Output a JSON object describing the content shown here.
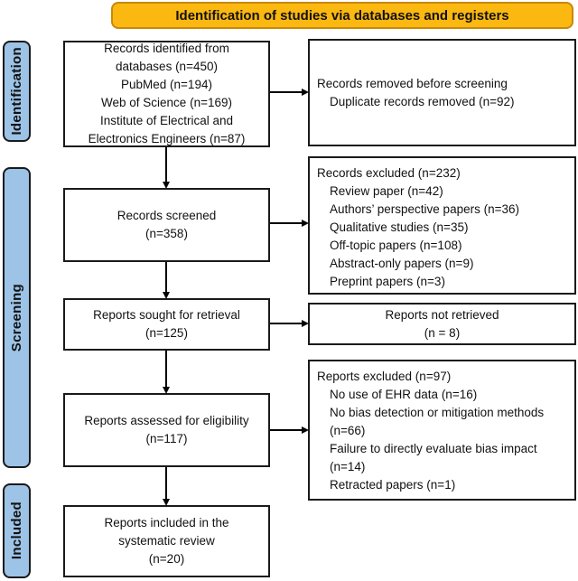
{
  "banner": {
    "title": "Identification of studies via databases and registers",
    "fill": "#FBB810",
    "border": "#C8880A"
  },
  "stage_labels": {
    "identification": "Identification",
    "screening": "Screening",
    "included": "Included"
  },
  "stage_fill": "#9DC3E6",
  "flow_boxes": {
    "records_identified": {
      "lines": [
        "Records identified from",
        "databases (n=450)",
        "PubMed (n=194)",
        "Web of Science (n=169)",
        "Institute of Electrical and",
        "Electronics Engineers (n=87)"
      ]
    },
    "records_screened": {
      "lines": [
        "Records screened",
        "(n=358)"
      ]
    },
    "reports_sought": {
      "lines": [
        "Reports sought for retrieval",
        "(n=125)"
      ]
    },
    "reports_assessed": {
      "lines": [
        "Reports assessed for eligibility",
        "(n=117)"
      ]
    },
    "reports_included": {
      "lines": [
        "Reports included in the",
        "systematic review",
        "(n=20)"
      ]
    }
  },
  "exclusion_boxes": {
    "records_removed": {
      "lines": [
        "Records removed before screening",
        "Duplicate records removed (n=92)"
      ]
    },
    "records_excluded": {
      "lines": [
        "Records excluded (n=232)",
        "Review paper (n=42)",
        "Authors’ perspective papers (n=36)",
        "Qualitative studies (n=35)",
        "Off-topic papers (n=108)",
        "Abstract-only papers (n=9)",
        "Preprint  papers (n=3)"
      ]
    },
    "reports_not_retrieved": {
      "lines": [
        "Reports not retrieved",
        "(n = 8)"
      ]
    },
    "reports_excluded": {
      "lines": [
        "Reports excluded (n=97)",
        "No use of EHR data (n=16)",
        "No bias detection or mitigation methods (n=66)",
        "Failure to directly evaluate bias impact (n=14)",
        "Retracted papers (n=1)"
      ]
    }
  }
}
